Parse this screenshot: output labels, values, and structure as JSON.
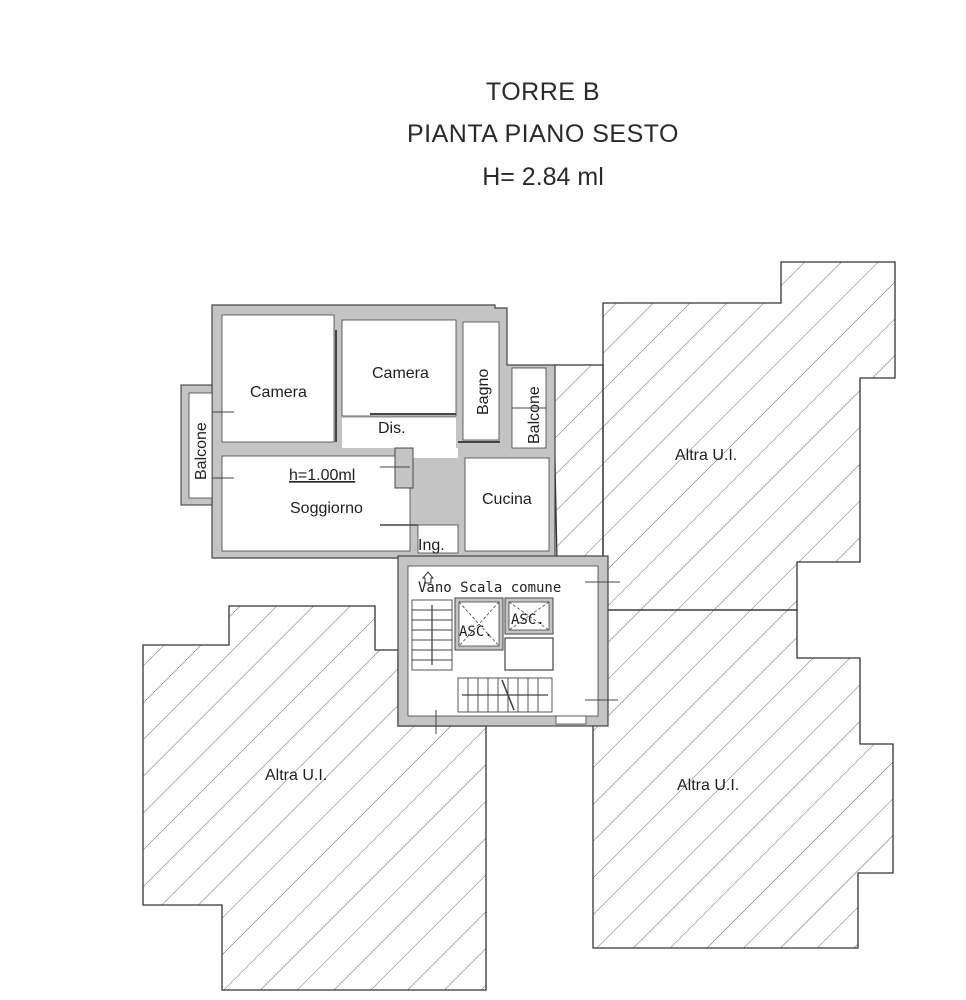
{
  "header": {
    "tower": "TORRE B",
    "plan": "PIANTA  PIANO SESTO",
    "height": "H= 2.84 ml"
  },
  "rooms": {
    "camera_1": "Camera",
    "camera_2": "Camera",
    "bagno": "Bagno",
    "balcone_right": "Balcone",
    "balcone_left": "Balcone",
    "disimpegno": "Dis.",
    "parapet_height": "h=1.00ml",
    "soggiorno": "Soggiorno",
    "cucina": "Cucina",
    "ingresso": "Ing.",
    "vano_scala": "Vano Scala comune",
    "ascensore_1": "ASC.",
    "ascensore_2": "ASC."
  },
  "other_units": {
    "top_right": "Altra U.I.",
    "bottom_left": "Altra U.I.",
    "bottom_right": "Altra U.I."
  },
  "colors": {
    "wall_fill": "#c4c4c4",
    "wall_stroke": "#444444",
    "hatch": "#555555"
  }
}
